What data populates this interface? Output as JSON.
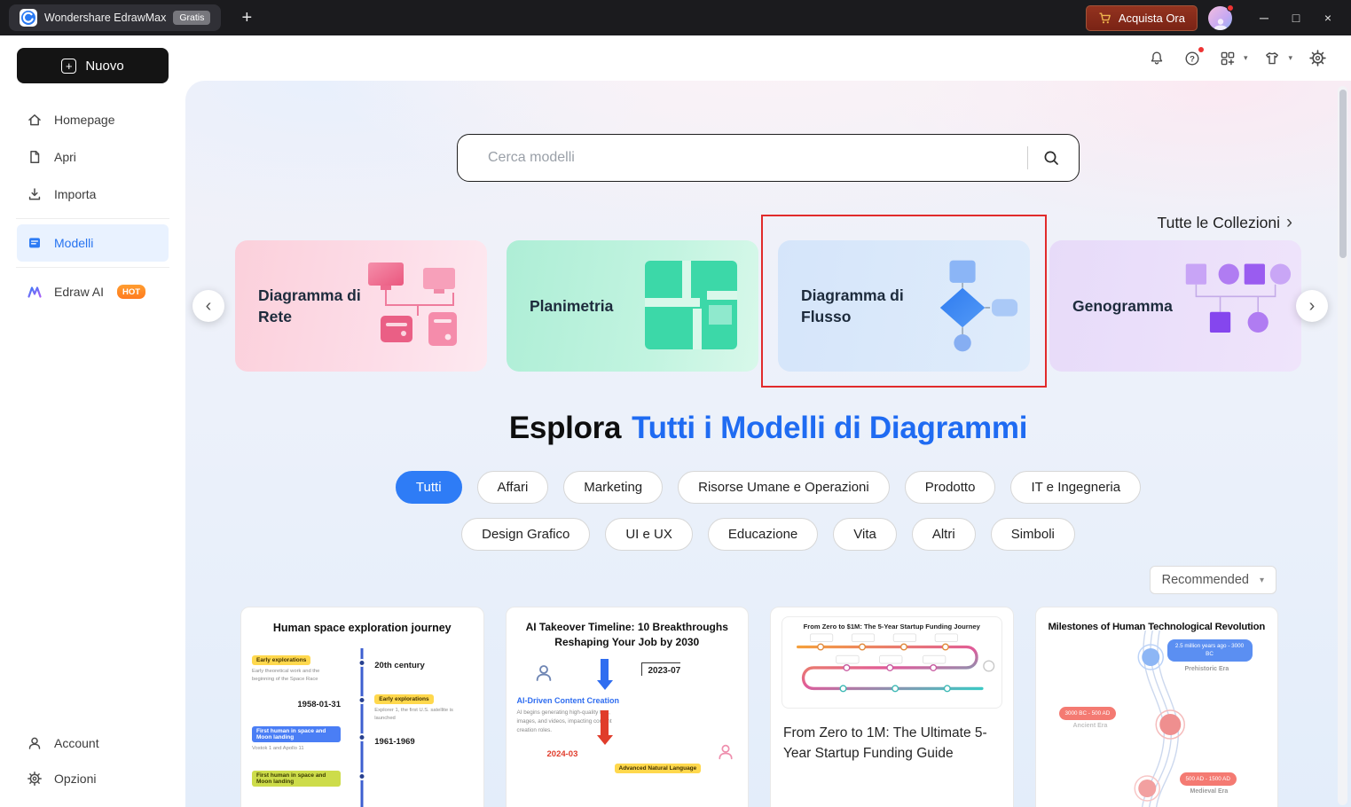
{
  "icons": {
    "plus": "+",
    "win_min": "─",
    "win_max": "□",
    "win_close": "×",
    "prev": "‹",
    "next": "›",
    "chevron_down": "▾",
    "arrow_right": "›",
    "help": "?"
  },
  "titlebar": {
    "tab_title": "Wondershare EdrawMax",
    "tab_badge": "Gratis",
    "buy_button": "Acquista Ora"
  },
  "sidebar": {
    "new_button": "Nuovo",
    "items": [
      {
        "label": "Homepage"
      },
      {
        "label": "Apri"
      },
      {
        "label": "Importa"
      },
      {
        "label": "Modelli"
      },
      {
        "label": "Edraw AI",
        "badge": "HOT"
      }
    ],
    "bottom": [
      {
        "label": "Account"
      },
      {
        "label": "Opzioni"
      }
    ]
  },
  "hero": {
    "search_placeholder": "Cerca modelli",
    "collections_link": "Tutte le Collezioni",
    "carousel": [
      {
        "title": "Diagramma di Rete"
      },
      {
        "title": "Planimetria"
      },
      {
        "title": "Diagramma di Flusso"
      },
      {
        "title": "Genogramma"
      }
    ],
    "heading_prefix": "Esplora",
    "heading_highlight": "Tutti i Modelli di Diagrammi",
    "filters_row1": [
      {
        "label": "Tutti"
      },
      {
        "label": "Affari"
      },
      {
        "label": "Marketing"
      },
      {
        "label": "Risorse Umane e Operazioni"
      },
      {
        "label": "Prodotto"
      },
      {
        "label": "IT e Ingegneria"
      }
    ],
    "filters_row2": [
      {
        "label": "Design Grafico"
      },
      {
        "label": "UI e UX"
      },
      {
        "label": "Educazione"
      },
      {
        "label": "Vita"
      },
      {
        "label": "Altri"
      },
      {
        "label": "Simboli"
      }
    ],
    "sort_label": "Recommended"
  },
  "templates": {
    "card1": {
      "title": "Human space exploration journey",
      "row1_badge": "Early explorations",
      "row1_caption": "Early theoretical work and the beginning of the Space Race",
      "row1_date": "20th century",
      "row2_badge": "Early explorations",
      "row2_caption": "Explorer 1, the first U.S. satellite is launched",
      "row2_date": "1958-01-31",
      "row3_badge": "First human in space and Moon landing",
      "row3_caption": "Vostok 1 and Apollo 11",
      "row3_date": "1961-1969",
      "row4_badge": "First human in space and Moon landing"
    },
    "card2": {
      "title": "AI Takeover Timeline: 10 Breakthroughs Reshaping Your Job by 2030",
      "date1": "2023-07",
      "entry1_title": "AI-Driven Content Creation",
      "entry1_caption": "AI begins generating high-quality text, images, and videos, impacting content creation roles.",
      "date2": "2024-03",
      "entry2_badge": "Advanced Natural Language"
    },
    "card3": {
      "image_title": "From Zero to $1M: The 5-Year Startup Funding Journey",
      "title": "From Zero to 1M: The Ultimate 5-Year Startup Funding Guide"
    },
    "card4": {
      "title": "Milestones of Human Technological Revolution",
      "era1_range": "2.5 million years ago - 3000 BC",
      "era1_name": "Prehistoric Era",
      "era2_range": "3000 BC - 500 AD",
      "era2_name": "Ancient Era",
      "era3_range": "500 AD - 1500 AD",
      "era3_name": "Medieval Era"
    }
  }
}
